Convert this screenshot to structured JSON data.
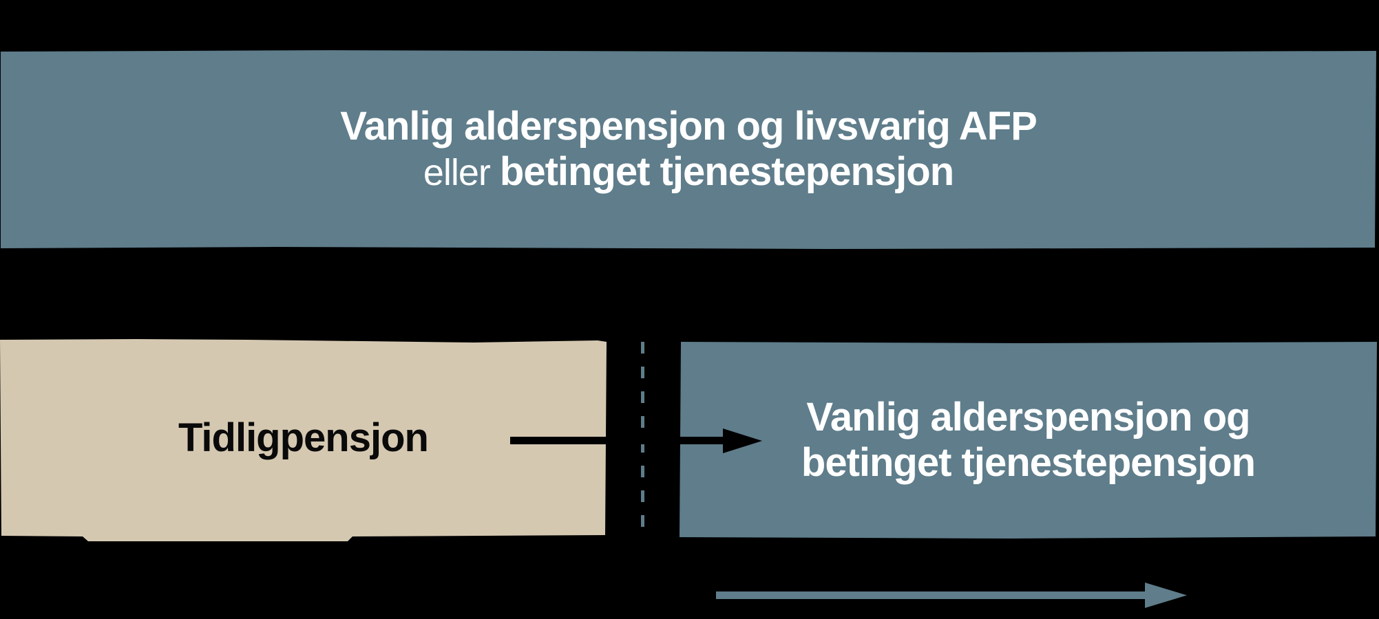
{
  "figure": {
    "background_color": "#000000",
    "top_box": {
      "fill_color": "#5f7d8b",
      "text_color": "#ffffff",
      "line1": "Vanlig alderspensjon og livsvarig AFP",
      "line2_light": "eller",
      "line2_bold": "betinget tjenestepensjon"
    },
    "early_pension_box": {
      "fill_color": "#d5c8b1",
      "text_color": "#0a0a0a",
      "label": "Tidligpensjon"
    },
    "right_box": {
      "fill_color": "#5f7d8b",
      "text_color": "#ffffff",
      "line1": "Vanlig alderspensjon og",
      "line2": "betinget tjenestepensjon"
    },
    "divider": {
      "style": "dashed-vertical-line",
      "color": "#5f7d8b"
    },
    "transition_arrow": {
      "icon": "arrow-right",
      "color": "#000000"
    },
    "timeline_arrow": {
      "icon": "arrow-right",
      "color": "#5f7d8b"
    }
  }
}
